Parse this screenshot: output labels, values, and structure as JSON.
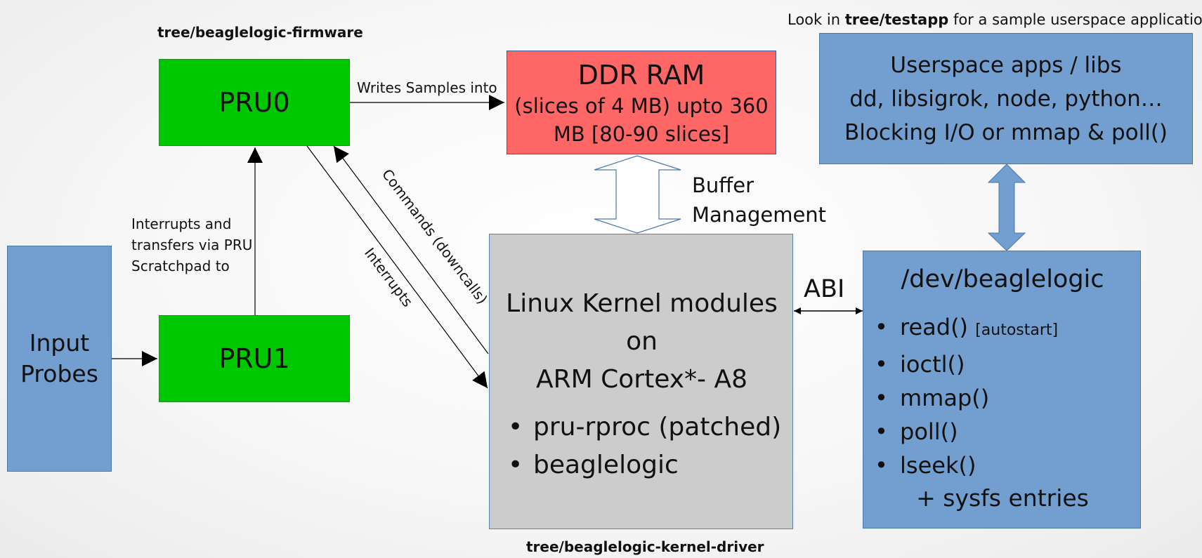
{
  "labels": {
    "firmware_dir": "tree/beaglelogic-firmware",
    "testapp_prefix": "Look in ",
    "testapp_dir": "tree/testapp",
    "testapp_suffix": " for a sample userspace application",
    "kernel_dir": "tree/beaglelogic-kernel-driver"
  },
  "pru0": {
    "title": "PRU0"
  },
  "pru1": {
    "title": "PRU1"
  },
  "input_probes": {
    "line1": "Input",
    "line2": "Probes"
  },
  "ddr_ram": {
    "title": "DDR RAM",
    "line1": "(slices of 4 MB) upto 360",
    "line2": "MB [80-90 slices]"
  },
  "userspace": {
    "line1": "Userspace apps / libs",
    "line2": "dd, libsigrok, node, python…",
    "line3": "Blocking I/O or mmap & poll()"
  },
  "kernel": {
    "line1": "Linux Kernel modules",
    "line2": "on",
    "line3": "ARM Cortex*- A8",
    "items": [
      "pru-rproc (patched)",
      "beaglelogic"
    ]
  },
  "devnode": {
    "title": "/dev/beaglelogic",
    "items": [
      {
        "text": "read()",
        "note": "[autostart]"
      },
      {
        "text": "ioctl()"
      },
      {
        "text": "mmap()"
      },
      {
        "text": "poll()"
      },
      {
        "text": "lseek()"
      }
    ],
    "footer": "+ sysfs entries"
  },
  "edges": {
    "writes_samples": "Writes Samples into",
    "interrupts_transfers": [
      "Interrupts and",
      "transfers via PRU",
      "Scratchpad to"
    ],
    "commands": "Commands (downcalls)",
    "interrupts": "Interrupts",
    "buffer_mgmt": [
      "Buffer",
      "Management"
    ],
    "abi": "ABI"
  }
}
